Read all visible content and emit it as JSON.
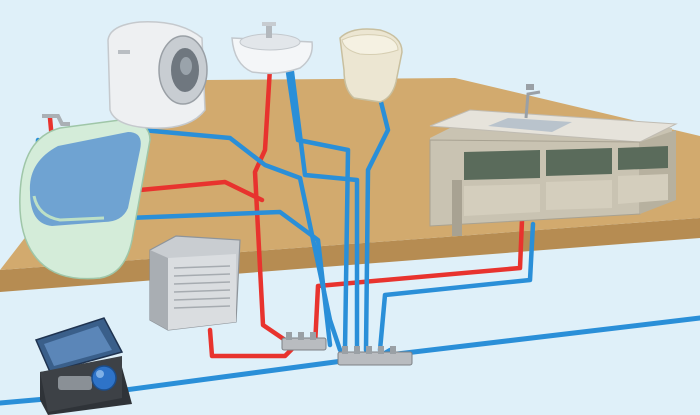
{
  "diagram": {
    "colors": {
      "background": "#dff0f9",
      "floor": "#d2aa6e",
      "floor_edge": "#b68c52",
      "hot_pipe": "#e8332e",
      "cold_pipe": "#2a8fd8",
      "ground_pipe": "#2a8fd8"
    },
    "components": [
      {
        "id": "drum-washer",
        "icon": "washing-machine-icon"
      },
      {
        "id": "wash-basin",
        "icon": "sink-icon"
      },
      {
        "id": "toilet",
        "icon": "toilet-icon"
      },
      {
        "id": "bathtub",
        "icon": "bathtub-icon"
      },
      {
        "id": "kitchen-counter",
        "icon": "kitchen-sink-icon"
      },
      {
        "id": "water-heater",
        "icon": "water-heater-icon"
      },
      {
        "id": "water-meter-box",
        "icon": "water-meter-icon"
      },
      {
        "id": "hot-water-header",
        "icon": "header-manifold-icon"
      },
      {
        "id": "cold-water-header",
        "icon": "header-manifold-icon"
      }
    ]
  }
}
